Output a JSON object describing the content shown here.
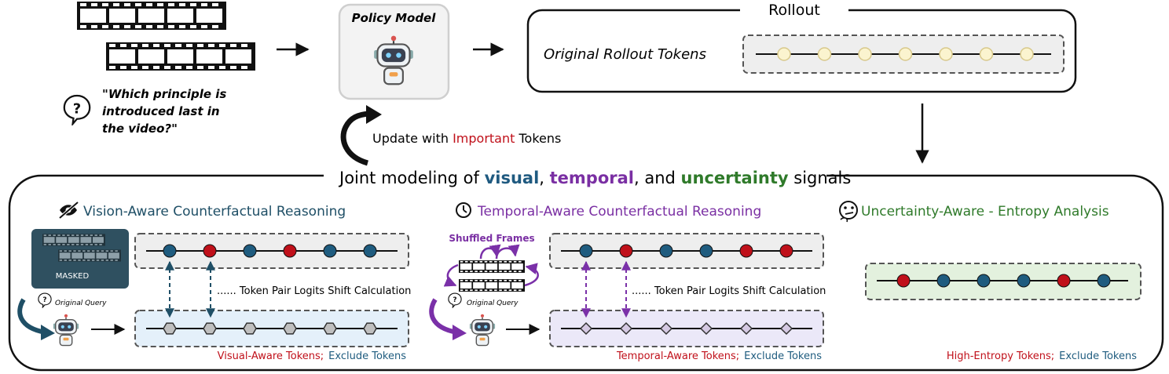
{
  "question": {
    "line1": "\"Which principle is",
    "line2": "introduced last in",
    "line3": "the video?\""
  },
  "policy": {
    "title": "Policy Model"
  },
  "rollout": {
    "title": "Rollout",
    "label": "Original Rollout Tokens"
  },
  "update": {
    "prefix": "Update with ",
    "highlight": "Important",
    "suffix": " Tokens"
  },
  "joint": {
    "prefix": "Joint modeling of ",
    "visual": "visual",
    "sep1": ", ",
    "temporal": "temporal",
    "sep2": ", and ",
    "uncertainty": "uncertainty",
    "suffix": " signals"
  },
  "vision": {
    "title": "Vision-Aware Counterfactual Reasoning",
    "masked": "MASKED",
    "query": "Original Query",
    "shift": "...... Token Pair Logits Shift Calculation",
    "legend_a": "Visual-Aware Tokens;",
    "legend_b": "Exclude Tokens"
  },
  "temporal": {
    "title": "Temporal-Aware Counterfactual Reasoning",
    "shuffled": "Shuffled Frames",
    "query": "Original Query",
    "shift": "...... Token Pair Logits Shift Calculation",
    "legend_a": "Temporal-Aware Tokens;",
    "legend_b": "Exclude Tokens"
  },
  "uncertainty": {
    "title": "Uncertainty-Aware - Entropy Analysis",
    "legend_a": "High-Entropy Tokens;",
    "legend_b": "Exclude Tokens"
  },
  "token_rows": {
    "rollout": [
      "cream",
      "cream",
      "cream",
      "cream",
      "cream",
      "cream",
      "cream"
    ],
    "vision_top": [
      "blue",
      "red",
      "blue",
      "red",
      "blue",
      "blue"
    ],
    "temporal_top": [
      "blue",
      "red",
      "blue",
      "blue",
      "red",
      "red"
    ],
    "entropy": [
      "red",
      "blue",
      "blue",
      "blue",
      "red",
      "blue"
    ]
  },
  "colors": {
    "red": "#c0101a",
    "blue": "#1f5c7f",
    "cream": "#fbf4cf",
    "visual_text": "#1f5a80",
    "temporal_text": "#7a2fa3",
    "uncertainty_text": "#2f7a2a",
    "arrow_vision": "#1f4f66",
    "arrow_temporal": "#7a30a8"
  },
  "icons": [
    "film-strip-icon",
    "question-bubble-icon",
    "robot-icon",
    "cycle-arrow-icon",
    "eye-off-icon",
    "clock-icon",
    "thinking-face-icon"
  ]
}
